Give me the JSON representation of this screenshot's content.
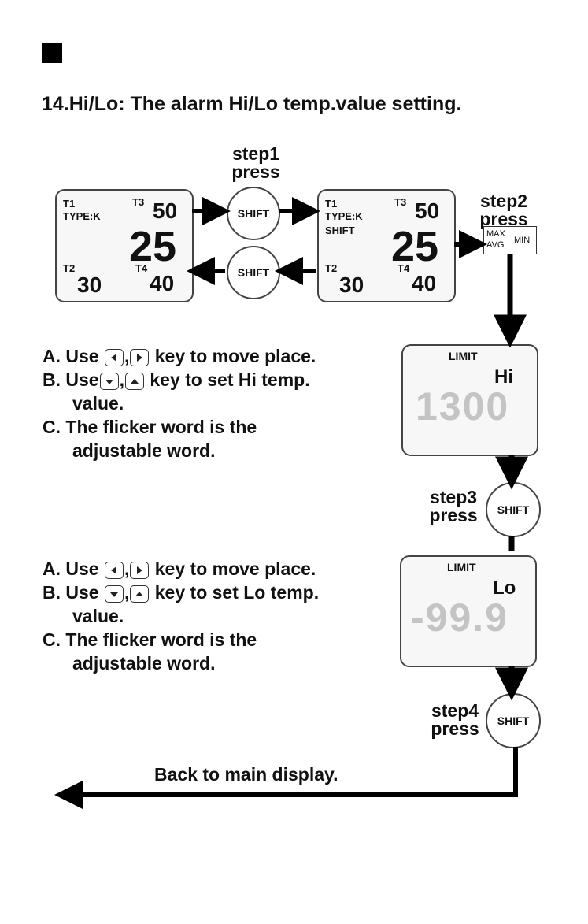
{
  "title": "14.Hi/Lo: The alarm Hi/Lo temp.value setting.",
  "step1": {
    "line1": "step1",
    "line2": "press"
  },
  "step2": {
    "line1": "step2",
    "line2": "press"
  },
  "step3": {
    "line1": "step3",
    "line2": "press"
  },
  "step4": {
    "line1": "step4",
    "line2": "press"
  },
  "shift_label": "SHIFT",
  "display1": {
    "t1": "T1",
    "type": "TYPE:K",
    "t3": "T3",
    "t3_value": "50",
    "main_value": "25",
    "t2": "T2",
    "t2_value": "30",
    "t4": "T4",
    "t4_value": "40"
  },
  "display2": {
    "t1": "T1",
    "type": "TYPE:K",
    "mode": "SHIFT",
    "t3": "T3",
    "t3_value": "50",
    "main_value": "25",
    "t2": "T2",
    "t2_value": "30",
    "t4": "T4",
    "t4_value": "40"
  },
  "mode_key": {
    "max": "MAX",
    "avg": "AVG",
    "min": "MIN"
  },
  "hi_display": {
    "limit": "LIMIT",
    "label": "Hi",
    "value": "1300"
  },
  "lo_display": {
    "limit": "LIMIT",
    "label": "Lo",
    "value": "-99.9"
  },
  "hi_instructions": {
    "a_prefix": "A. Use",
    "a_suffix": "key to move place.",
    "b_prefix": "B. Use",
    "b_suffix": "key to set Hi temp.",
    "b_cont": "value.",
    "c_line1": "C. The flicker word is the",
    "c_line2": "adjustable word."
  },
  "lo_instructions": {
    "a_prefix": "A. Use",
    "a_suffix": "key to move place.",
    "b_prefix": "B. Use",
    "b_suffix": "key to set Lo temp.",
    "b_cont": "value.",
    "c_line1": "C. The flicker word is the",
    "c_line2": "adjustable word."
  },
  "back_text": "Back to main display."
}
